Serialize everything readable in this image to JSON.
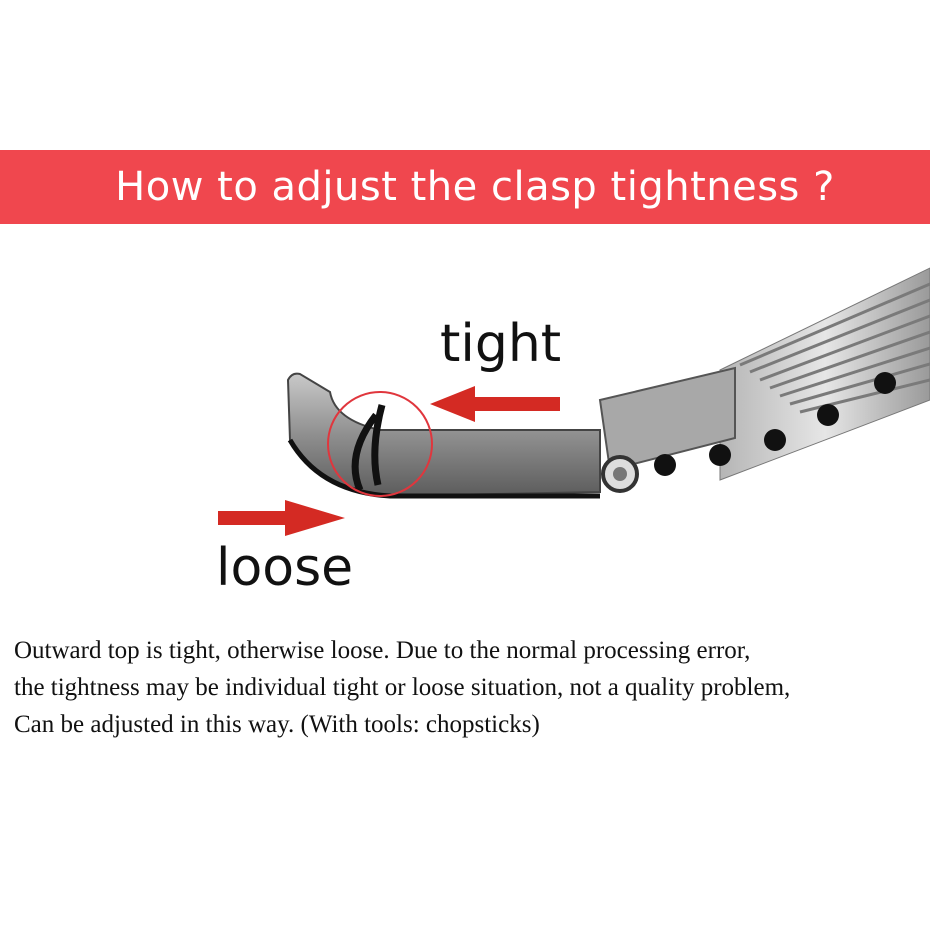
{
  "banner": {
    "title": "How to adjust the clasp tightness ?"
  },
  "labels": {
    "tight": "tight",
    "loose": "loose"
  },
  "description": {
    "lines": [
      "Outward top is tight, otherwise loose. Due to the normal processing error,",
      "the tightness may be individual tight or loose situation, not a quality problem,",
      "Can be adjusted in this way. (With tools: chopsticks)"
    ]
  },
  "colors": {
    "banner": "#f0474e",
    "arrow": "#d42a23",
    "highlight_circle": "#e0363d",
    "metal": "#8e8e8e",
    "text": "#111111"
  }
}
